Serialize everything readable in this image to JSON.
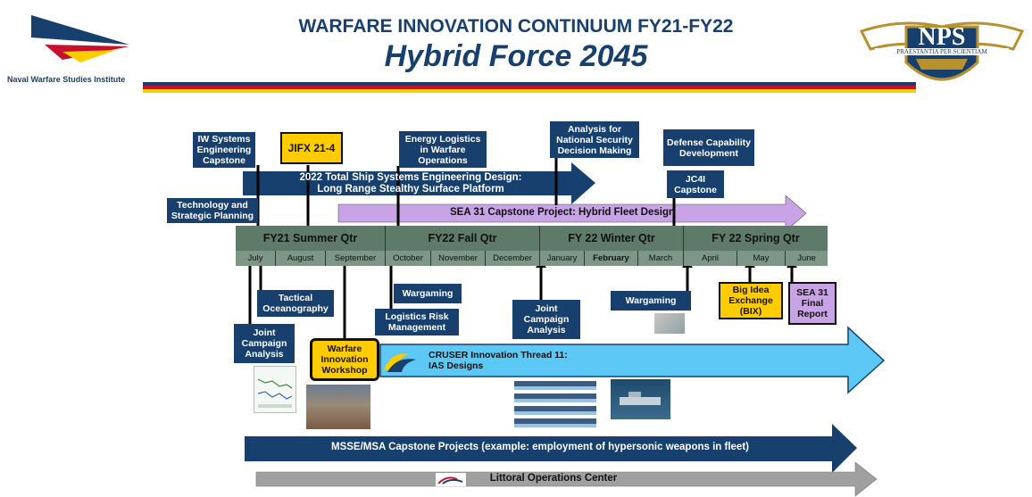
{
  "header": {
    "institute": "Naval Warfare Studies Institute",
    "title_line1": "WARFARE INNOVATION CONTINUUM FY21-FY22",
    "title_line2": "Hybrid Force 2045",
    "seal_text": "NPS",
    "seal_motto": "PRAESTANTIA PER SCIENTIAM"
  },
  "colors": {
    "navy": "#17406e",
    "yellow": "#ffcc00",
    "purple": "#c8a4e6",
    "light_blue": "#5bc8f5",
    "gray": "#a0a0a0",
    "quarter_green": "#5e7a68",
    "red": "#c8102e"
  },
  "boxes": {
    "iw_systems": "IW Systems Engineering Capstone",
    "jifx": "JIFX 21-4",
    "energy": "Energy Logistics in Warfare Operations",
    "analysis_nsdm": "Analysis for National Security Decision Making",
    "defense_capability": "Defense Capability Development",
    "jc4i": "JC4I Capstone",
    "tech_strategic": "Technology and Strategic Planning",
    "tactical_ocean": "Tactical Oceanography",
    "joint_campaign_1": "Joint Campaign Analysis",
    "wargaming_1": "Wargaming",
    "logistics_risk": "Logistics Risk Management",
    "joint_campaign_2": "Joint Campaign Analysis",
    "wargaming_2": "Wargaming",
    "warfare_innovation": "Warfare Innovation Workshop",
    "big_idea": "Big Idea Exchange (BIX)",
    "sea31_final": "SEA 31 Final Report"
  },
  "arrows": {
    "tssed_line1": "2022 Total Ship Systems Engineering Design:",
    "tssed_line2": "Long Range Stealthy Surface Platform",
    "sea31": "SEA 31 Capstone Project: Hybrid Fleet Design",
    "cruser_line1": "CRUSER  Innovation Thread 11:",
    "cruser_line2": "IAS Designs",
    "msse": "MSSE/MSA Capstone Projects (example: employment of hypersonic weapons in fleet)",
    "loc": "Littoral Operations Center"
  },
  "quarters": [
    "FY21 Summer Qtr",
    "FY22 Fall Qtr",
    "FY 22 Winter Qtr",
    "FY 22 Spring Qtr"
  ],
  "months": [
    "July",
    "August",
    "September",
    "October",
    "November",
    "December",
    "January",
    "February",
    "March",
    "April",
    "May",
    "June"
  ]
}
